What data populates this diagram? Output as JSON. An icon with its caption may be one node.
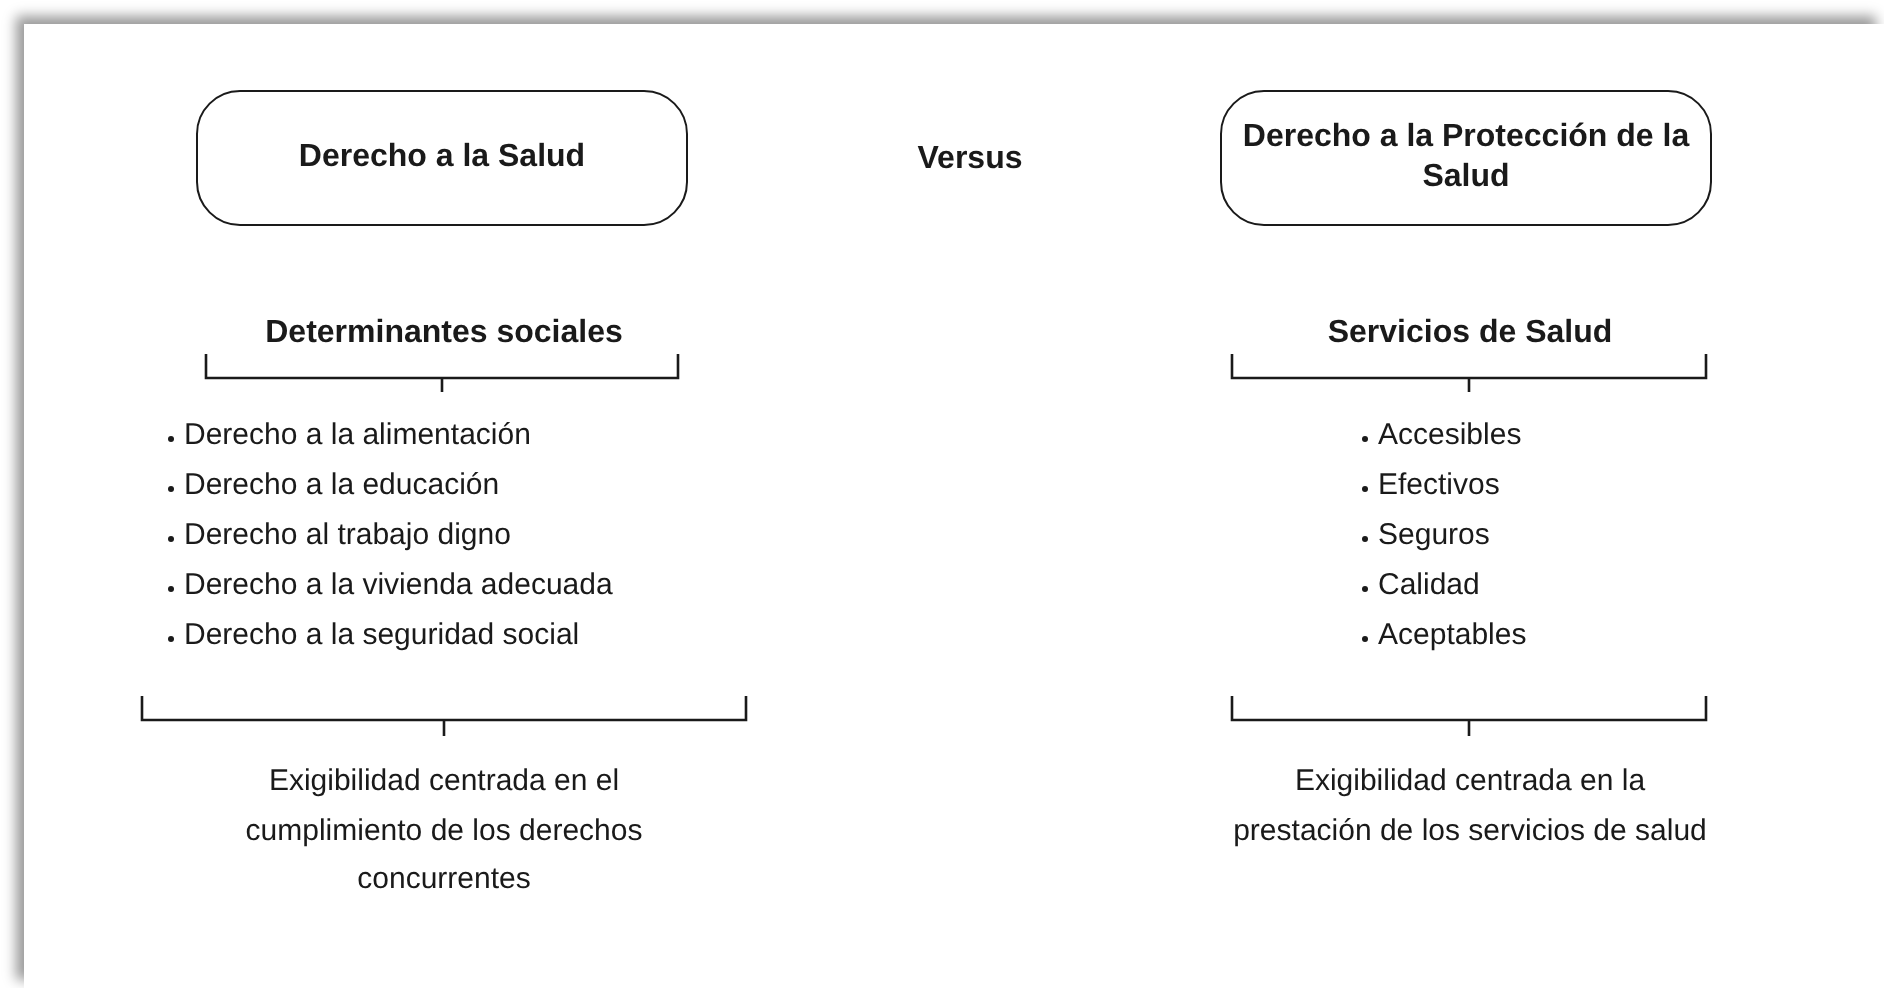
{
  "diagram": {
    "nodes": [
      {
        "text": [
          "Derecho a la Salud"
        ]
      },
      {
        "text": [
          "Derecho a la Protección de la Salud"
        ]
      }
    ],
    "labels": [
      "Versus",
      "Determinantes sociales",
      "Servicios de Salud",
      "Derecho a la alimentación",
      "Derecho a la educación",
      "Derecho al trabajo digno",
      "Derecho a la vivienda adecuada",
      "Derecho a la seguridad social",
      "Accesibles",
      "Efectivos",
      "Seguros",
      "Calidad",
      "Aceptables",
      "Exigibilidad centrada en el cumplimiento de los derechos concurrentes",
      "Exigibilidad centrada en la prestación de los servicios de salud"
    ]
  }
}
